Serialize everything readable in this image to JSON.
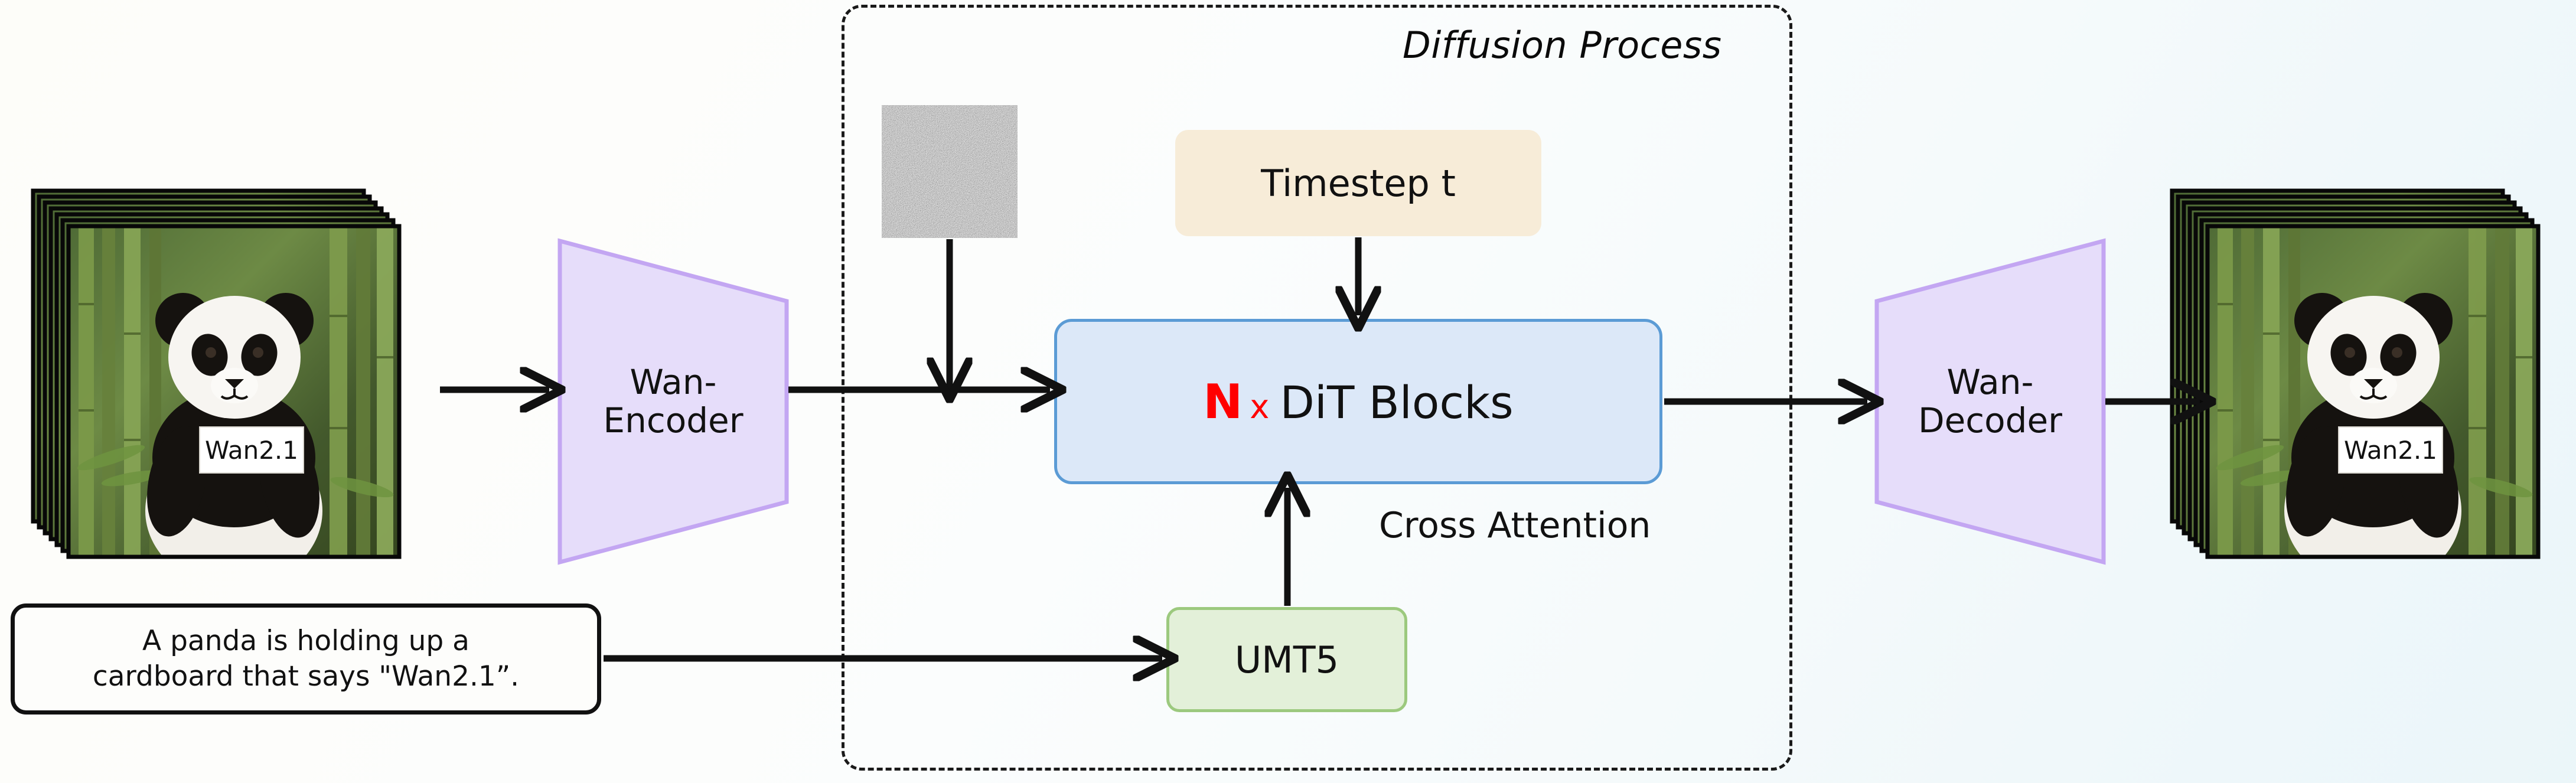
{
  "figure": {
    "title": "Wan2.1 text-to-video diffusion architecture",
    "background_start": "#fdfdf9",
    "background_end": "#ebf6f9"
  },
  "diffusion_container": {
    "label": "Diffusion Process",
    "border_style": "dash-dot",
    "border_color": "#1a1a1a"
  },
  "input": {
    "frame_stack_name": "input-video-frames",
    "frame_count": 8,
    "sign_text": "Wan2.1",
    "caption": "panda holding cardboard sign in bamboo forest"
  },
  "output": {
    "frame_stack_name": "output-video-frames",
    "frame_count": 8,
    "sign_text": "Wan2.1",
    "caption": "panda holding cardboard sign in bamboo forest"
  },
  "prompt": {
    "text": "A panda is holding up a\ncardboard that says \"Wan2.1”."
  },
  "encoder": {
    "label": "Wan-\nEncoder",
    "fill": "#e6ddfa",
    "stroke": "#c3a6f2"
  },
  "decoder": {
    "label": "Wan-\nDecoder",
    "fill": "#e6ddfa",
    "stroke": "#c3a6f2"
  },
  "noise": {
    "name": "gaussian-noise-latent",
    "description": "random gaussian noise patch"
  },
  "timestep": {
    "label": "Timestep t",
    "fill": "#f7ecd8"
  },
  "dit": {
    "repeat_symbol": "N",
    "multiply_symbol": "x",
    "label": "DiT Blocks",
    "fill": "#dce8f8",
    "stroke": "#5b9bd5",
    "accent": "#ff0000"
  },
  "text_encoder": {
    "label": "UMT5",
    "fill": "#e3f0d9",
    "stroke": "#9cc97e"
  },
  "edges": {
    "cross_attention_label": "Cross Attention"
  }
}
